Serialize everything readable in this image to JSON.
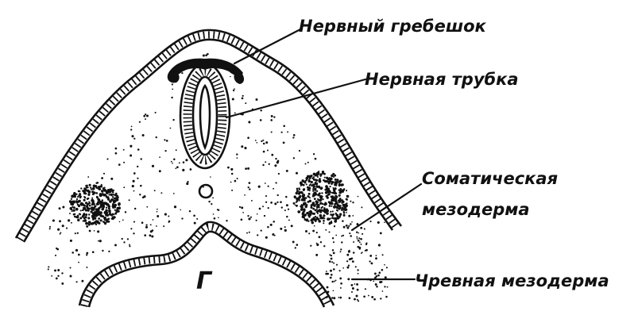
{
  "labels": {
    "neural_crest": "Нервный гребешок",
    "neural_tube": "Нервная трубка",
    "somatic_mesoderm_line1": "Соматическая",
    "somatic_mesoderm_line2": "мезодерма",
    "visceral_mesoderm": "Чревная мезодерма",
    "gut_letter": "Г"
  },
  "colors": {
    "ink": "#111111",
    "background": "#ffffff"
  }
}
